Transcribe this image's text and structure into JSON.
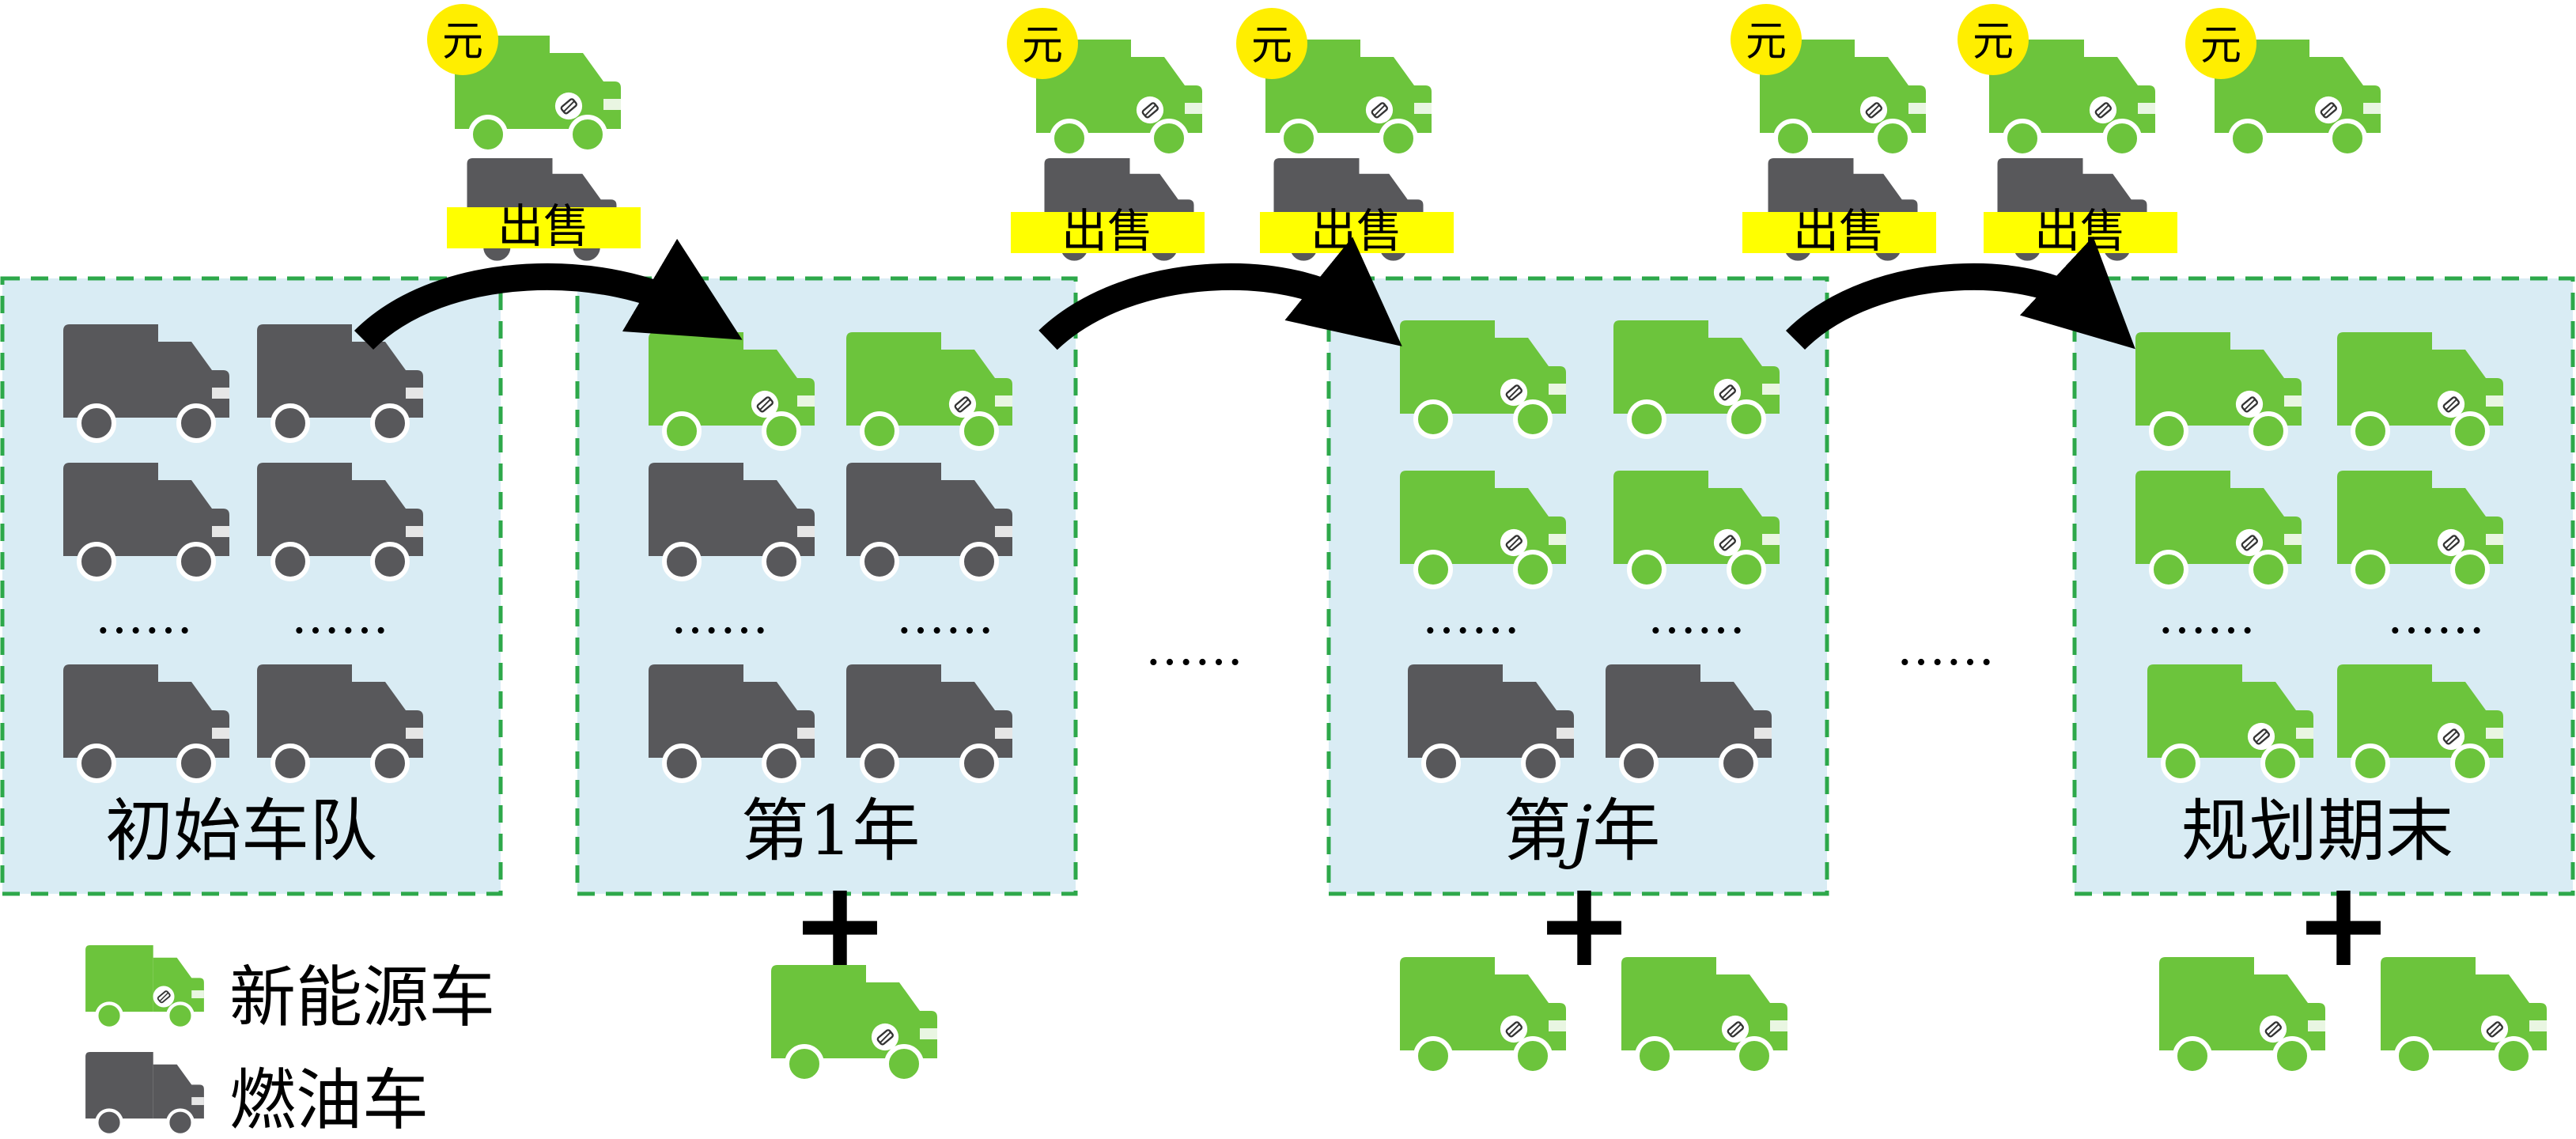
{
  "labels": {
    "initial_fleet": "初始车队",
    "year_1": "第1年",
    "year_j_prefix": "第",
    "year_j_var": "j",
    "year_j_suffix": "年",
    "plan_end": "规划期末",
    "sell": "出售",
    "money": "元",
    "ellipsis": "……",
    "plus": "+"
  },
  "legend": {
    "ev": "新能源车",
    "fuel": "燃油车"
  },
  "colors": {
    "ev_green": "#6cc43c",
    "fuel_gray": "#58585b",
    "box_fill": "#d9ecf4",
    "box_border": "#2da84a",
    "sell_yellow": "#ffff00",
    "coin_yellow": "#ffee00"
  }
}
